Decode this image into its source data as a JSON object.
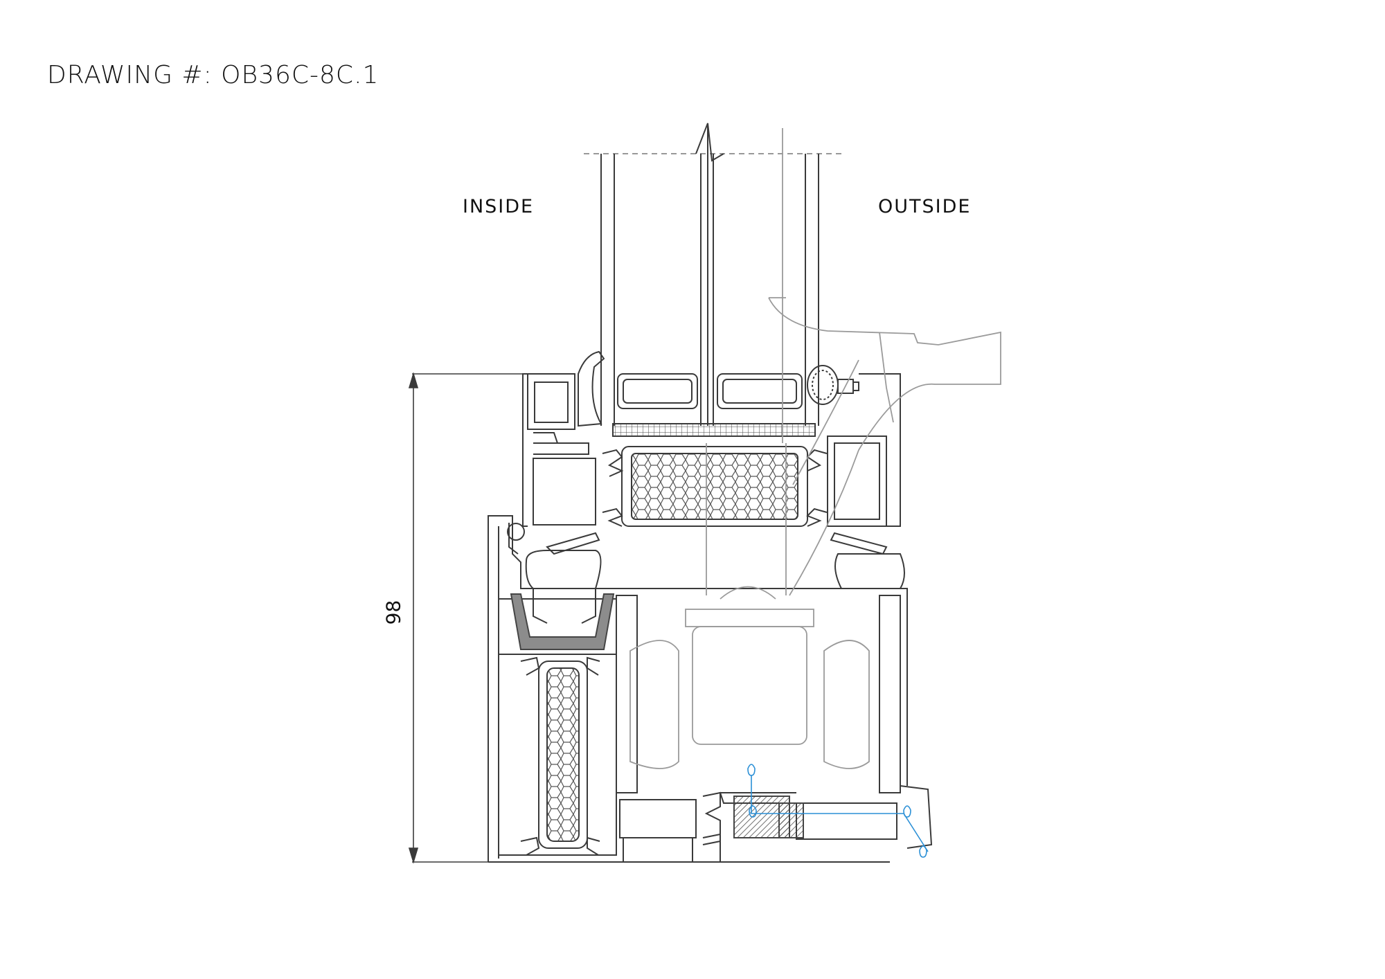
{
  "drawing": {
    "title": "DRAWING #: OB36C-8C.1",
    "inside_label": "INSIDE",
    "outside_label": "OUTSIDE",
    "dimension_label": "98"
  },
  "colors": {
    "line": "#3a3a3a",
    "light_line": "#9a9a9a",
    "gasket_fill": "#8c8c8c",
    "water_path": "#2a8fd6",
    "background": "#ffffff"
  }
}
